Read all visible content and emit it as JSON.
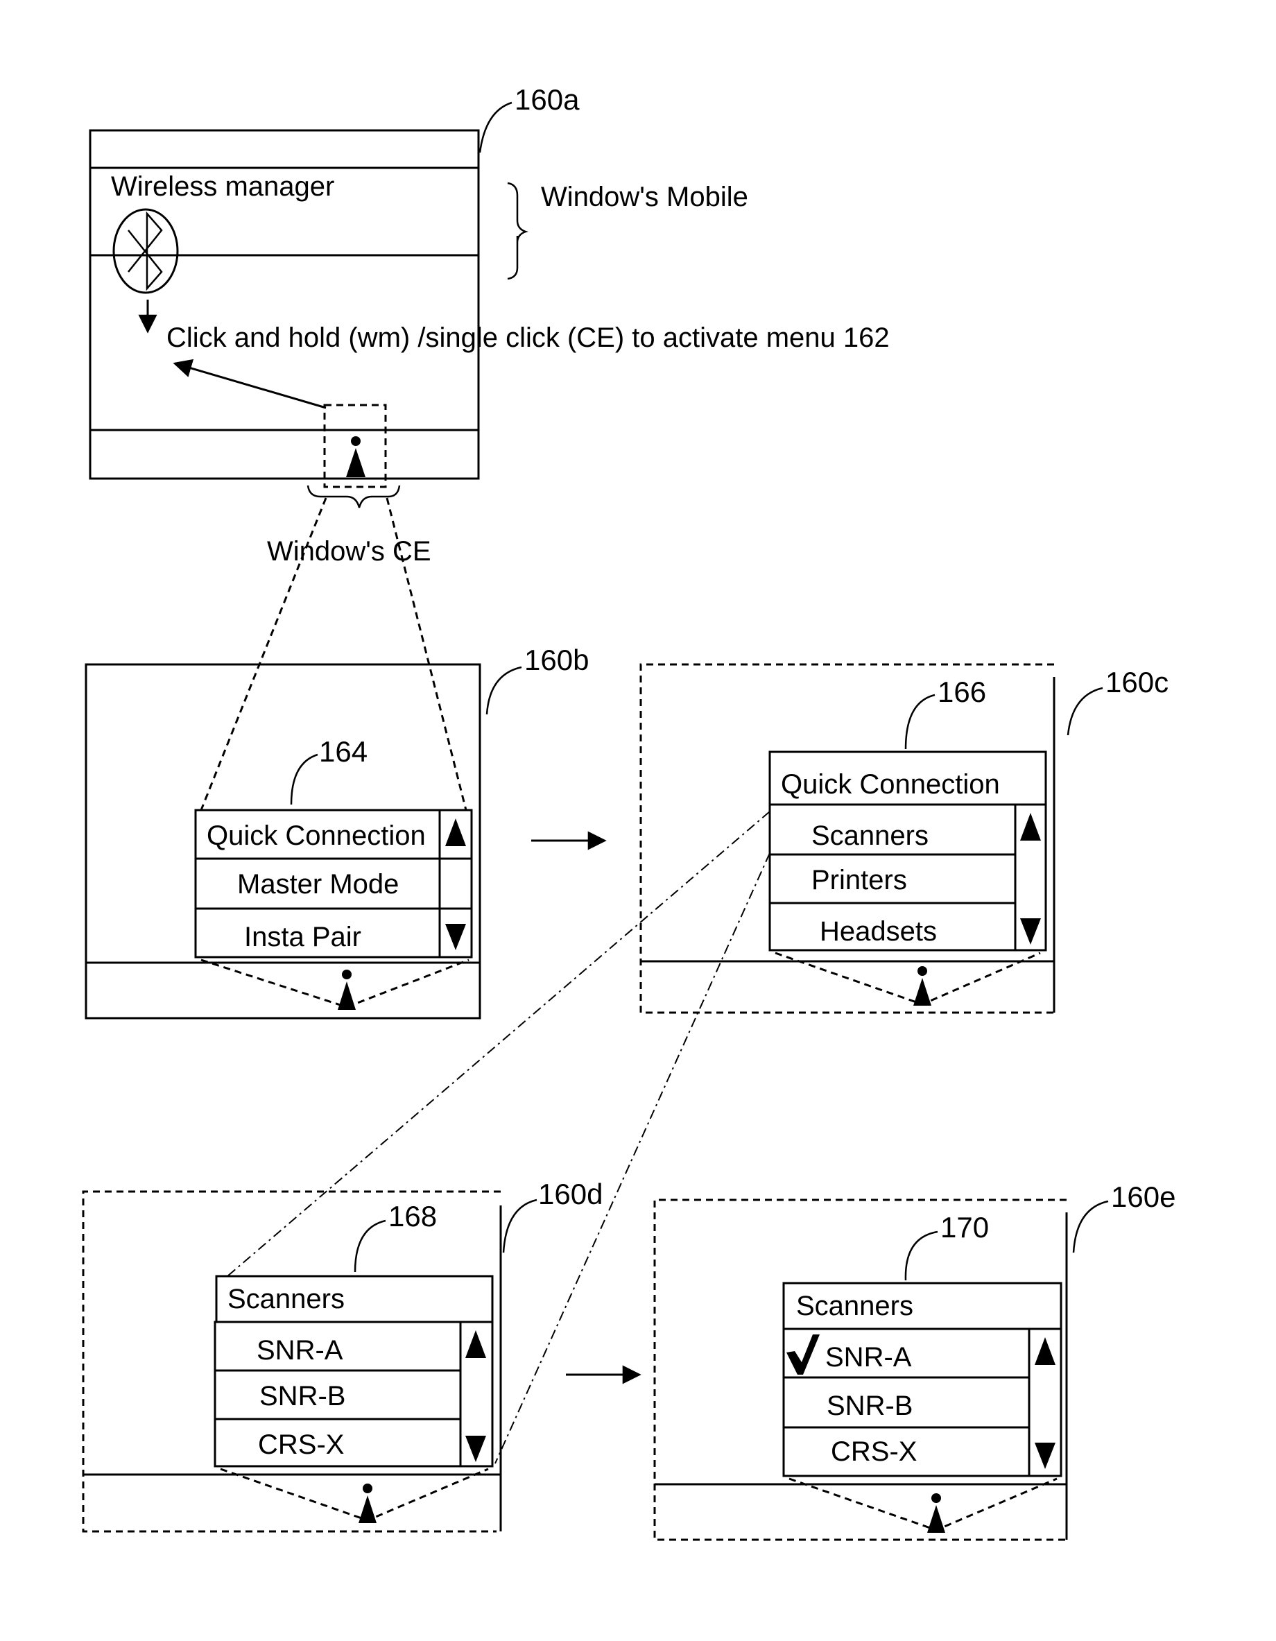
{
  "figure": {
    "screen_160a": {
      "ref": "160a",
      "title": "Wireless manager",
      "brace_label": "Window's Mobile",
      "instruction": "Click and hold (wm) /single click (CE) to activate menu 162",
      "icon": "bluetooth-icon",
      "taskbar_icon": "device-icon",
      "ce_label": "Window's CE"
    },
    "screen_160b": {
      "ref": "160b",
      "menu_ref": "164",
      "items": [
        "Quick Connection",
        "Master Mode",
        "Insta Pair"
      ]
    },
    "screen_160c": {
      "ref": "160c",
      "menu_ref": "166",
      "header": "Quick Connection",
      "items": [
        "Scanners",
        "Printers",
        "Headsets"
      ]
    },
    "screen_160d": {
      "ref": "160d",
      "menu_ref": "168",
      "header": "Scanners",
      "items": [
        "SNR-A",
        "SNR-B",
        "CRS-X"
      ]
    },
    "screen_160e": {
      "ref": "160e",
      "menu_ref": "170",
      "header": "Scanners",
      "items": [
        "SNR-A",
        "SNR-B",
        "CRS-X"
      ],
      "selected_item": "SNR-A",
      "selected_icon": "checkmark-icon"
    },
    "icons": {
      "scroll_up": "triangle-up-icon",
      "scroll_down": "triangle-down-icon",
      "arrow": "arrow-right-icon"
    }
  }
}
